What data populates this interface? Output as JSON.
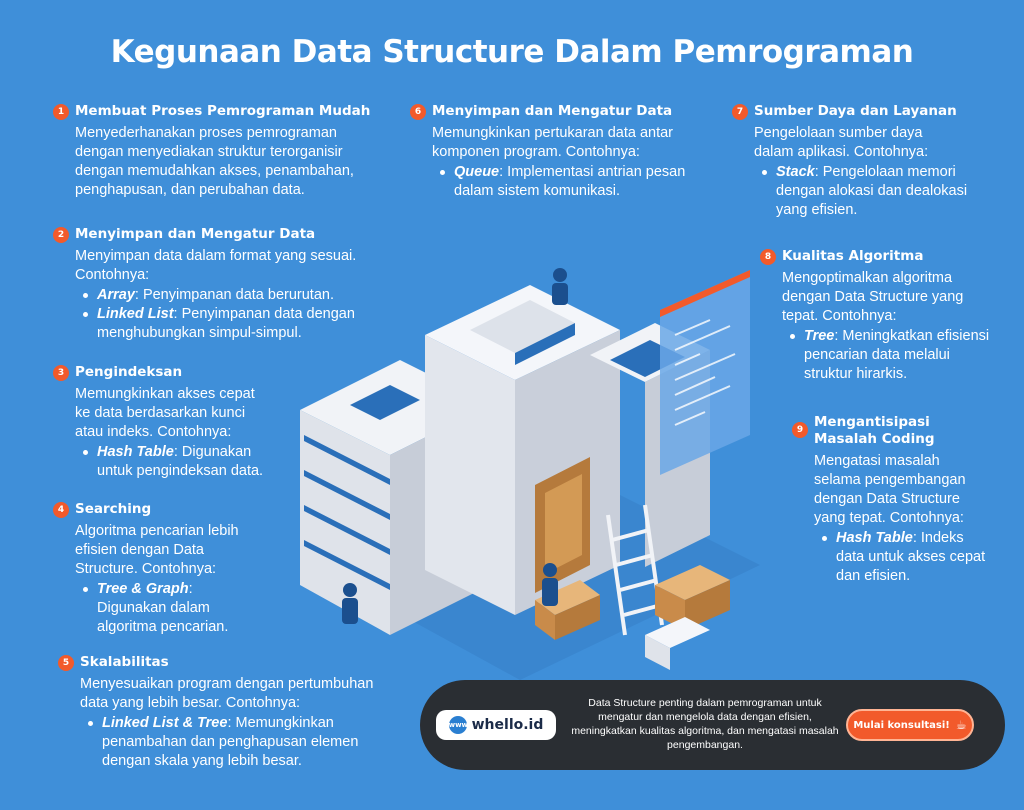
{
  "title": "Kegunaan Data Structure Dalam Pemrograman",
  "sections": [
    {
      "num": "1",
      "heading": "Membuat Proses Pemrograman Mudah",
      "lines": [
        "Menyederhanakan proses pemrograman",
        "dengan menyediakan struktur terorganisir",
        "dengan memudahkan akses, penambahan,",
        "penghapusan, dan perubahan data."
      ],
      "bullets": []
    },
    {
      "num": "2",
      "heading": "Menyimpan dan Mengatur Data",
      "lines": [
        "Menyimpan data dalam format yang sesuai.",
        "Contohnya:"
      ],
      "bullets": [
        {
          "term": "Array",
          "text": ": Penyimpanan data berurutan."
        },
        {
          "term": "Linked List",
          "text": ": Penyimpanan data dengan menghubungkan simpul-simpul."
        }
      ]
    },
    {
      "num": "3",
      "heading": "Pengindeksan",
      "lines": [
        "Memungkinkan akses cepat",
        "ke data berdasarkan kunci",
        "atau indeks. Contohnya:"
      ],
      "bullets": [
        {
          "term": "Hash Table",
          "text": ": Digunakan untuk pengindeksan data."
        }
      ]
    },
    {
      "num": "4",
      "heading": "Searching",
      "lines": [
        "Algoritma pencarian lebih",
        "efisien dengan Data",
        "Structure. Contohnya:"
      ],
      "bullets": [
        {
          "term": "Tree & Graph",
          "text": ": Digunakan dalam algoritma pencarian."
        }
      ]
    },
    {
      "num": "5",
      "heading": "Skalabilitas",
      "lines": [
        "Menyesuaikan program dengan pertumbuhan",
        "data yang lebih besar. Contohnya:"
      ],
      "bullets": [
        {
          "term": "Linked List & Tree",
          "text": ": Memungkinkan penambahan dan penghapusan elemen dengan skala yang lebih besar."
        }
      ]
    },
    {
      "num": "6",
      "heading": "Menyimpan dan Mengatur Data",
      "lines": [
        "Memungkinkan pertukaran data antar",
        "komponen program. Contohnya:"
      ],
      "bullets": [
        {
          "term": "Queue",
          "text": ": Implementasi antrian pesan dalam sistem komunikasi."
        }
      ]
    },
    {
      "num": "7",
      "heading": "Sumber Daya dan Layanan",
      "lines": [
        "Pengelolaan sumber daya",
        "dalam aplikasi. Contohnya:"
      ],
      "bullets": [
        {
          "term": "Stack",
          "text": ": Pengelolaan memori dengan alokasi dan dealokasi yang efisien."
        }
      ]
    },
    {
      "num": "8",
      "heading": "Kualitas Algoritma",
      "lines": [
        "Mengoptimalkan algoritma",
        "dengan Data Structure yang",
        "tepat. Contohnya:"
      ],
      "bullets": [
        {
          "term": "Tree",
          "text": ": Meningkatkan efisiensi pencarian data melalui struktur hirarkis."
        }
      ]
    },
    {
      "num": "9",
      "heading": "Mengantisipasi Masalah Coding",
      "lines": [
        "Mengatasi masalah",
        "selama pengembangan",
        "dengan Data Structure",
        "yang tepat. Contohnya:"
      ],
      "bullets": [
        {
          "term": "Hash Table",
          "text": ": Indeks data untuk akses cepat dan efisien."
        }
      ]
    }
  ],
  "footer": {
    "brand": "whello.id",
    "brand_icon": "www",
    "text": "Data Structure penting dalam pemrograman untuk mengatur dan mengelola data dengan efisien, meningkatkan kualitas algoritma, dan mengatasi masalah pengembangan.",
    "cta": "Mulai konsultasi!",
    "cta_icon": "coffee-cup-icon"
  },
  "colors": {
    "background": "#3f8fd9",
    "accent": "#f25a2b",
    "footer": "#2a2e33"
  }
}
